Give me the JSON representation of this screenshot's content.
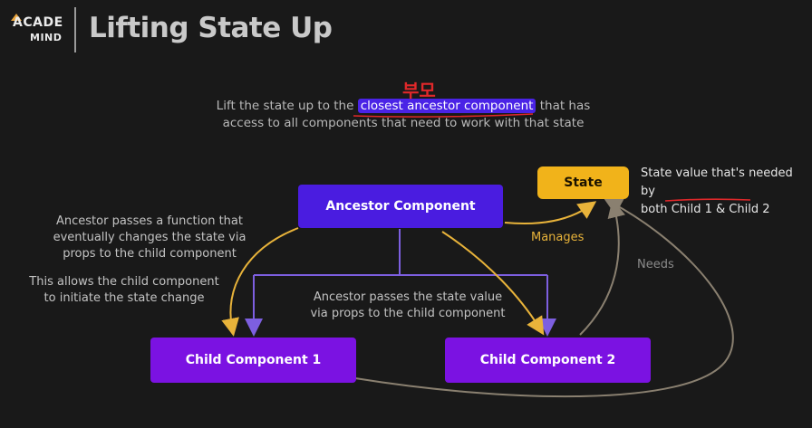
{
  "logo": {
    "line1": "ACADE",
    "line2": "MIND"
  },
  "title": "Lifting State Up",
  "intro": {
    "before": "Lift the state up to the ",
    "highlight": "closest ancestor component",
    "after_line1": " that has",
    "line2": "access to all components that need to work with that state"
  },
  "annotation_korean": "부모",
  "boxes": {
    "ancestor": "Ancestor Component",
    "child1": "Child Component 1",
    "child2": "Child Component 2",
    "state": "State"
  },
  "notes": {
    "func_line1": "Ancestor passes a function that",
    "func_line2": "eventually changes the state via",
    "func_line3": "props to the child component",
    "allow_line1": "This allows the child component",
    "allow_line2": "to initiate the state change",
    "value_line1": "Ancestor passes the state value",
    "value_line2": "via props to the child component",
    "state_line1": "State value that's needed by",
    "state_line2_prefix": "both ",
    "state_line2_underlined": "Child 1 & Child 2",
    "manages": "Manages",
    "needs": "Needs"
  },
  "colors": {
    "background": "#191919",
    "ancestor": "#4a1ce0",
    "child": "#7b12e2",
    "state": "#f1b31a",
    "arrow_yellow": "#e8b33a",
    "arrow_purple": "#7d5fe0",
    "arrow_gray": "#8a8070",
    "underline_red": "#e0282a"
  }
}
